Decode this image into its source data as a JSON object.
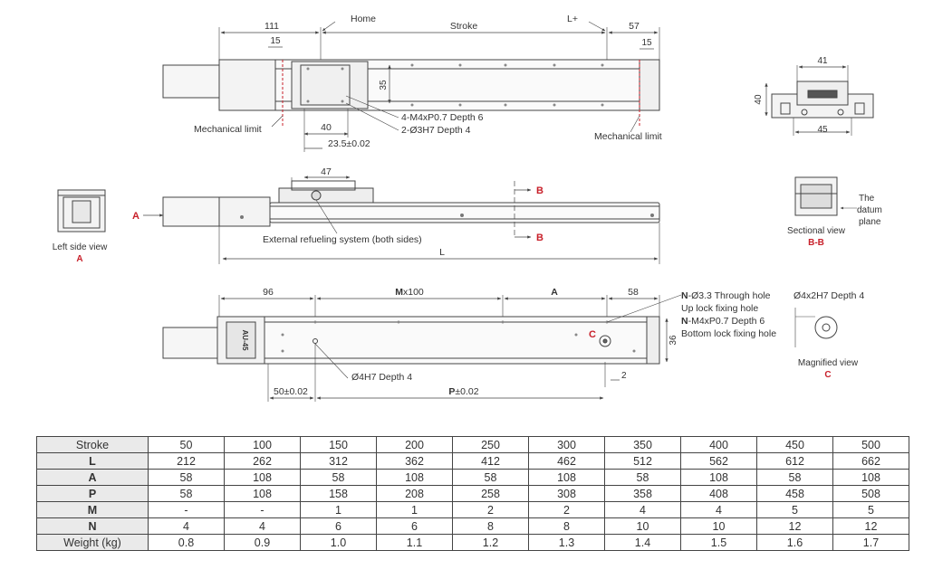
{
  "colors": {
    "accent_red": "#c8202a",
    "line": "#444444",
    "table_header_bg": "#eaeaea"
  },
  "top_view": {
    "dim_111": "111",
    "home": "Home",
    "stroke": "Stroke",
    "l_plus": "L+",
    "dim_57": "57",
    "dim_15_left": "15",
    "dim_15_right": "15",
    "dim_35": "35",
    "dim_40": "40",
    "dim_23_5": "23.5±0.02",
    "callout_m4": "4-M4xP0.7 Depth 6",
    "callout_dowel": "2-Ø3H7 Depth 4",
    "mech_limit_left": "Mechanical limit",
    "mech_limit_right": "Mechanical limit"
  },
  "end_view": {
    "dim_41": "41",
    "dim_40": "40",
    "dim_45": "45"
  },
  "side_view": {
    "dim_47": "47",
    "label_A": "A",
    "label_B_top": "B",
    "label_B_bottom": "B",
    "refuel": "External refueling system (both sides)",
    "dim_L": "L"
  },
  "left_side_view": {
    "caption": "Left side view",
    "ref": "A"
  },
  "sectional_view": {
    "caption": "Sectional view",
    "ref": "B-B",
    "datum": [
      "The",
      "datum",
      "plane"
    ]
  },
  "bottom_view": {
    "dim_96": "96",
    "dim_M_prefix": "M",
    "dim_M_suffix": "x100",
    "dim_A": "A",
    "dim_58": "58",
    "dim_36": "36",
    "dim_2": "2",
    "dim_50": "50±0.02",
    "dim_P_prefix": "P",
    "dim_P_suffix": "±0.02",
    "hole_4h7": "Ø4H7 Depth 4",
    "note1_prefix": "N",
    "note1_suffix": "-Ø3.3 Through hole",
    "note2": "Up lock fixing hole",
    "note3_prefix": "N",
    "note3_suffix": "-M4xP0.7 Depth 6",
    "note4": "Bottom lock fixing hole",
    "marker_C": "C",
    "logo_text": "AU-45"
  },
  "magnified_view": {
    "title": "Ø4x2H7 Depth 4",
    "caption": "Magnified view",
    "ref": "C"
  },
  "table": {
    "rows": [
      {
        "h": "Stroke",
        "v": [
          "50",
          "100",
          "150",
          "200",
          "250",
          "300",
          "350",
          "400",
          "450",
          "500"
        ]
      },
      {
        "h": "L",
        "v": [
          "212",
          "262",
          "312",
          "362",
          "412",
          "462",
          "512",
          "562",
          "612",
          "662"
        ]
      },
      {
        "h": "A",
        "v": [
          "58",
          "108",
          "58",
          "108",
          "58",
          "108",
          "58",
          "108",
          "58",
          "108"
        ]
      },
      {
        "h": "P",
        "v": [
          "58",
          "108",
          "158",
          "208",
          "258",
          "308",
          "358",
          "408",
          "458",
          "508"
        ]
      },
      {
        "h": "M",
        "v": [
          "-",
          "-",
          "1",
          "1",
          "2",
          "2",
          "4",
          "4",
          "5",
          "5"
        ]
      },
      {
        "h": "N",
        "v": [
          "4",
          "4",
          "6",
          "6",
          "8",
          "8",
          "10",
          "10",
          "12",
          "12"
        ]
      },
      {
        "h": "Weight (kg)",
        "v": [
          "0.8",
          "0.9",
          "1.0",
          "1.1",
          "1.2",
          "1.3",
          "1.4",
          "1.5",
          "1.6",
          "1.7"
        ]
      }
    ]
  }
}
